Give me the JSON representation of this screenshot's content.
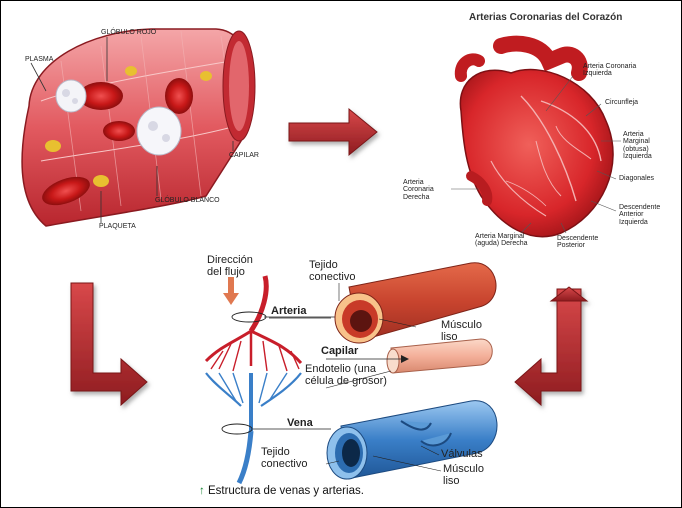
{
  "capillary_diagram": {
    "labels": {
      "plasma": "PLASMA",
      "red_cell": "GLÓBULO ROJO",
      "capillary": "CAPILAR",
      "white_cell": "GLÓBULO BLANCO",
      "platelet": "PLAQUETA"
    }
  },
  "heart_diagram": {
    "title": "Arterias Coronarias del Corazón",
    "labels": {
      "left_coronary": "Arteria Coronaria Izquierda",
      "circumflex": "Circunfleja",
      "obtuse_marginal": "Arteria Marginal (obtusa) Izquierda",
      "diagonals": "Diagonales",
      "anterior_descending": "Descendente Anterior Izquierda",
      "posterior_descending": "Descendente Posterior",
      "acute_marginal": "Arteria Marginal (aguda) Derecha",
      "right_coronary": "Arteria Coronaria Derecha"
    }
  },
  "vessels_diagram": {
    "labels": {
      "flow_direction": "Dirección del flujo",
      "artery": "Arteria",
      "connective_top": "Tejido conectivo",
      "muscle_top": "Músculo liso",
      "capillary": "Capilar",
      "endothelium": "Endotelio (una célula de grosor)",
      "vein": "Vena",
      "connective_bottom": "Tejido conectivo",
      "valves": "Válvulas",
      "muscle_bottom": "Músculo liso"
    },
    "caption_arrow": "↑",
    "caption": "Estructura de venas y arterias."
  },
  "colors": {
    "arrow_red": "#b8262a",
    "blood_red": "#d8323a",
    "vein_blue": "#3a7fc8"
  }
}
